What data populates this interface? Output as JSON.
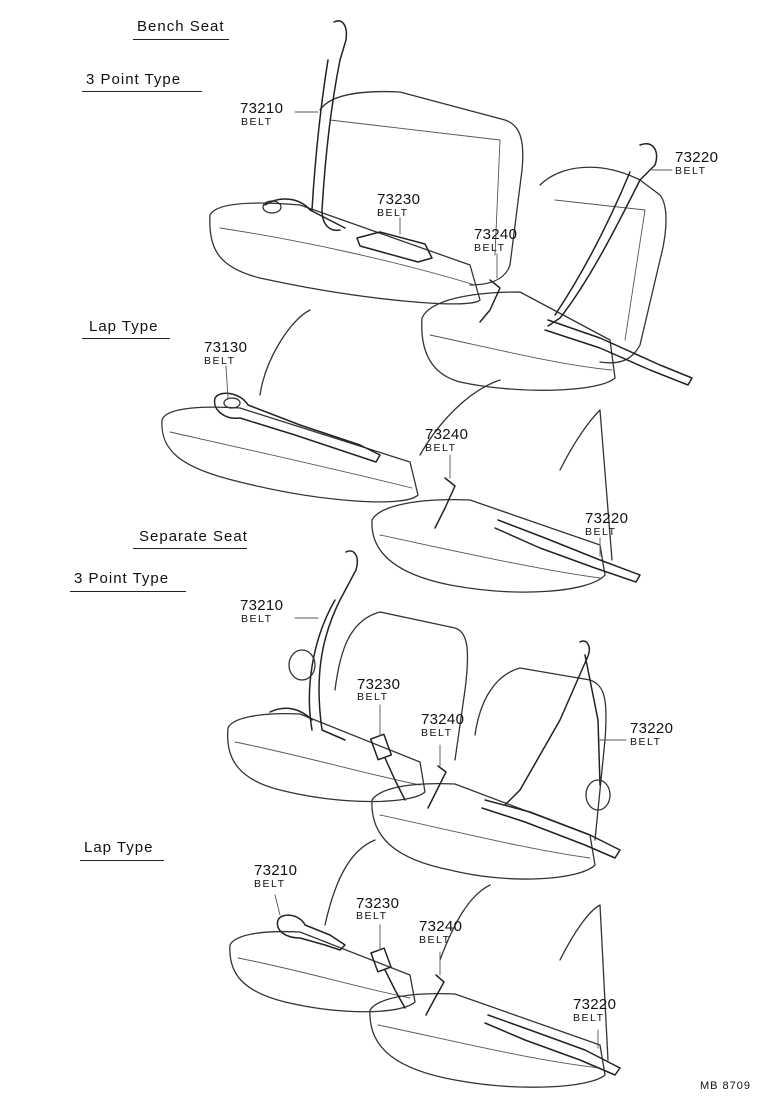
{
  "sections": {
    "bench": "Bench Seat",
    "separate": "Separate Seat",
    "three_point": "3 Point Type",
    "lap": "Lap Type"
  },
  "part_name": "BELT",
  "diagram_code": "MB 8709",
  "callouts": {
    "g1_73210": "73210",
    "g1_73220": "73220",
    "g1_73230": "73230",
    "g1_73240": "73240",
    "g2_73130": "73130",
    "g2_73240": "73240",
    "g2_73220": "73220",
    "g3_73210": "73210",
    "g3_73230": "73230",
    "g3_73240": "73240",
    "g3_73220": "73220",
    "g4_73210": "73210",
    "g4_73230": "73230",
    "g4_73240": "73240",
    "g4_73220": "73220"
  }
}
